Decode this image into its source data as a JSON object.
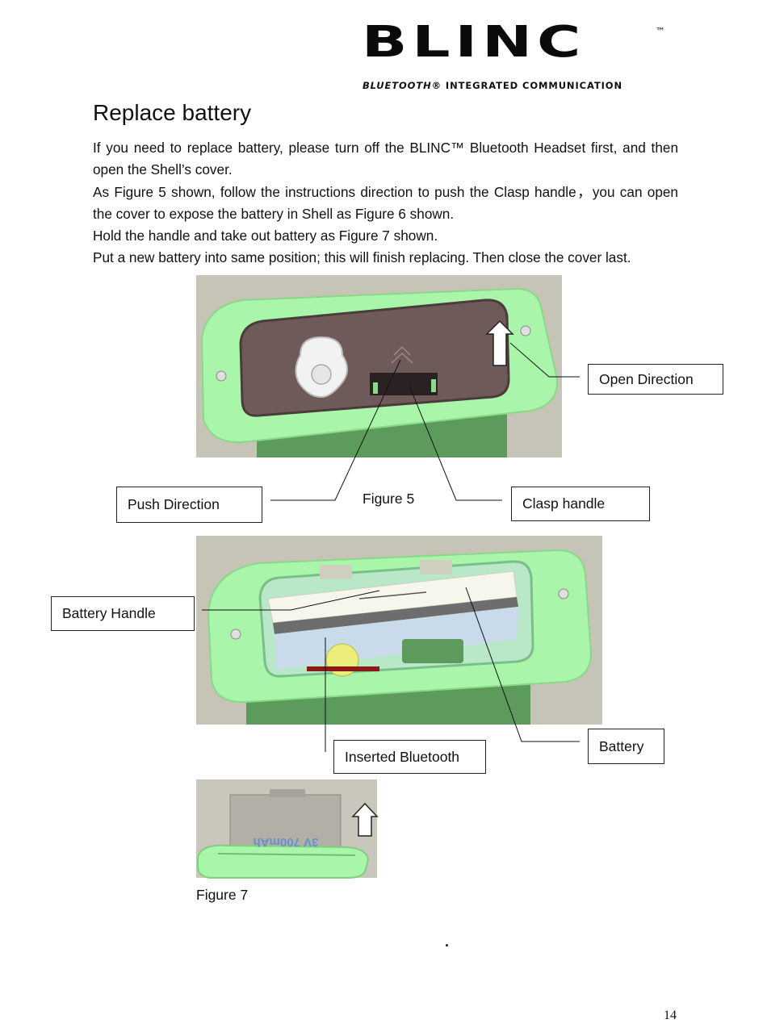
{
  "brand": {
    "logo_text": "BLINC",
    "logo_tm": "™",
    "tagline_italic": "BLUETOOTH®",
    "tagline_rest": " INTEGRATED COMMUNICATION"
  },
  "heading": "Replace battery",
  "paragraphs": [
    "If you need to replace battery, please turn off the BLINC™ Bluetooth Headset first, and then open the Shell’s cover.",
    "As Figure 5 shown, follow the instructions direction to push the Clasp handle，you can open the cover to expose the battery in Shell as Figure 6 shown.",
    "Hold the handle and take out battery as Figure 7 shown.",
    "Put a new battery into same position; this will finish replacing. Then close the cover last."
  ],
  "figure5": {
    "caption": "Figure 5",
    "labels": {
      "open_direction": "Open Direction",
      "push_direction": "Push Direction",
      "clasp_handle": "Clasp handle"
    }
  },
  "figure6": {
    "labels": {
      "battery_handle": "Battery Handle",
      "inserted_bluetooth": "Inserted Bluetooth",
      "battery": "Battery"
    }
  },
  "figure7": {
    "caption": "Figure 7",
    "battery_print": "3V 700mAh"
  },
  "footer": {
    "dot": ".",
    "page_number": "14"
  },
  "colors": {
    "shell_green": "#a8f5a8",
    "shell_dark_green": "#5a9a5a",
    "cover_brown": "#6e5a58",
    "photo_bg": "#c8c6b8"
  }
}
